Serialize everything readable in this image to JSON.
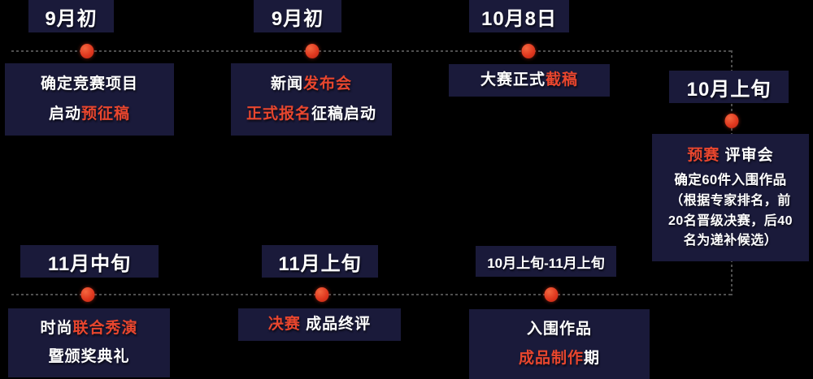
{
  "diagram": {
    "type": "timeline",
    "colors": {
      "background": "#000000",
      "panel_navy": "#1a1a3a",
      "accent_red": "#e8462e",
      "dot_red": "#e0381f",
      "dash_gray": "#4f4f4f",
      "text_white": "#ffffff"
    },
    "stages": [
      {
        "header": "9月初",
        "l1p1": "确定竞赛项目",
        "l2p1": "启动",
        "l2p2": "预征稿"
      },
      {
        "header": "9月初",
        "l1p1": "新闻",
        "l1p2": "发布会",
        "l2p1": "正式报名",
        "l2p2": "征稿启动"
      },
      {
        "header": "10月8日",
        "l1p1": "大赛正式",
        "l1p2": "截稿"
      },
      {
        "header": "10月上旬",
        "l1p1": "预赛",
        "l1p2": " 评审会",
        "l2p1": "确定60件入围作品",
        "l3p1": "（根据专家排名，前",
        "l4p1": "20名晋级决赛，后40",
        "l5p1": "名为递补候选）"
      },
      {
        "header": "11月中旬",
        "l1p1": "时尚",
        "l1p2": "联合秀演",
        "l2p1": "暨颁奖典礼"
      },
      {
        "header": "11月上旬",
        "l1p1": "决赛",
        "l1p2": " 成品终评"
      },
      {
        "header": "10月上旬-11月上旬",
        "l1p1": "入围作品",
        "l2p1": "成品制作",
        "l2p2": "期"
      }
    ]
  }
}
